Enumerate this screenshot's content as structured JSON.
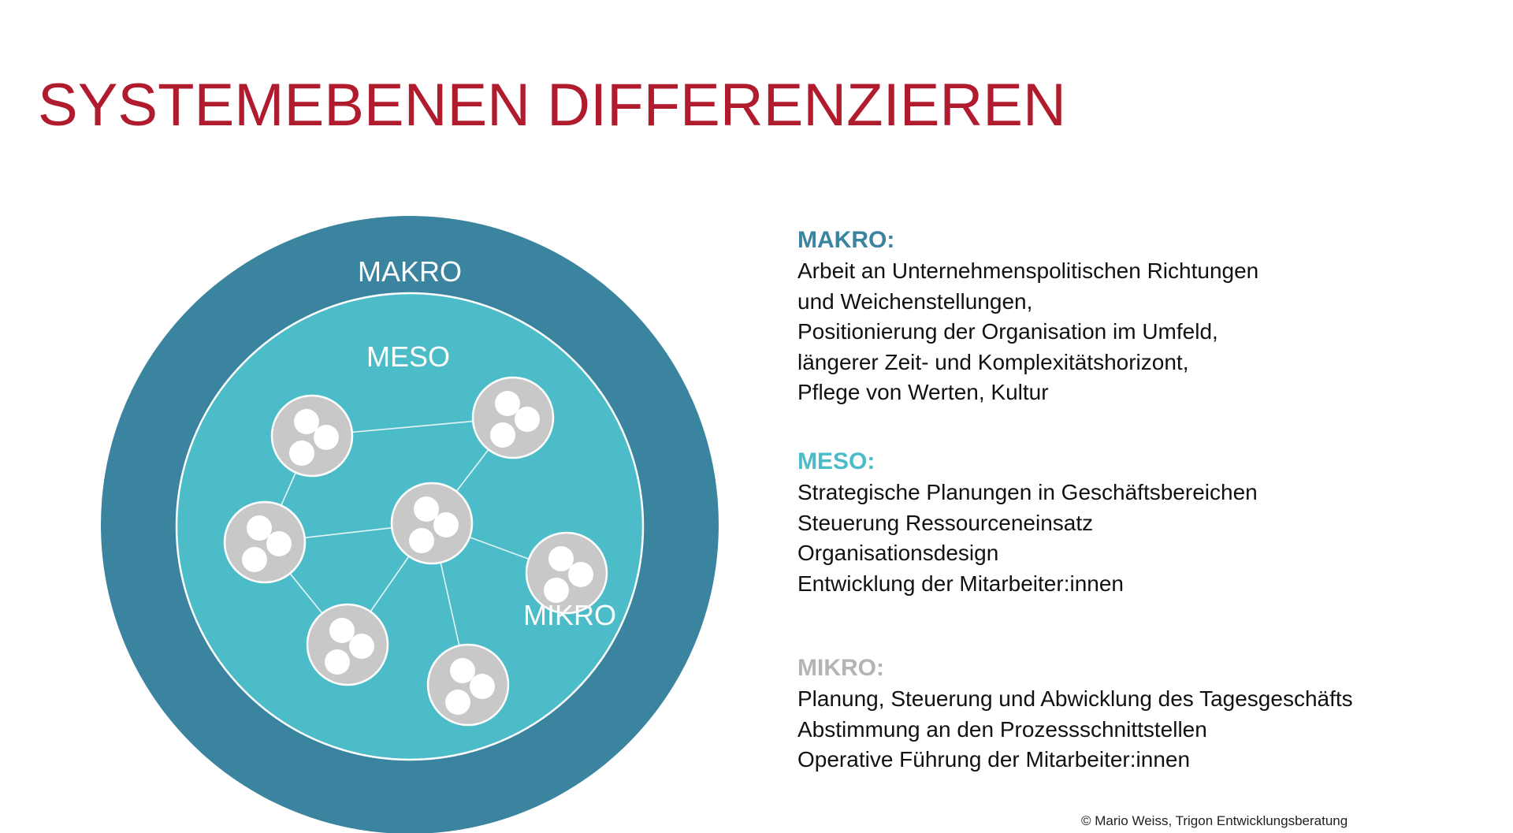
{
  "title": "SYSTEMEBENEN DIFFERENZIEREN",
  "colors": {
    "title": "#b01c2e",
    "makro": "#3b84a0",
    "meso": "#4cbcc8",
    "mikro": "#c8c8c8",
    "mikro_heading": "#b4b4b4"
  },
  "diagram": {
    "labels": {
      "makro": "MAKRO",
      "meso": "MESO",
      "mikro": "MIKRO"
    }
  },
  "descriptions": {
    "makro": {
      "heading": "MAKRO:",
      "lines": [
        "Arbeit an Unternehmenspolitischen Richtungen",
        "und Weichenstellungen,",
        "Positionierung der Organisation im Umfeld,",
        "längerer Zeit- und Komplexitätshorizont,",
        "Pflege von Werten, Kultur"
      ]
    },
    "meso": {
      "heading": "MESO:",
      "lines": [
        "Strategische Planungen in Geschäftsbereichen",
        "Steuerung Ressourceneinsatz",
        "Organisationsdesign",
        "Entwicklung der Mitarbeiter:innen"
      ]
    },
    "mikro": {
      "heading": "MIKRO:",
      "lines": [
        "Planung, Steuerung und Abwicklung des Tagesgeschäfts",
        "Abstimmung an den Prozessschnittstellen",
        "Operative Führung der Mitarbeiter:innen"
      ]
    }
  },
  "credit": "© Mario Weiss, Trigon Entwicklungsberatung"
}
